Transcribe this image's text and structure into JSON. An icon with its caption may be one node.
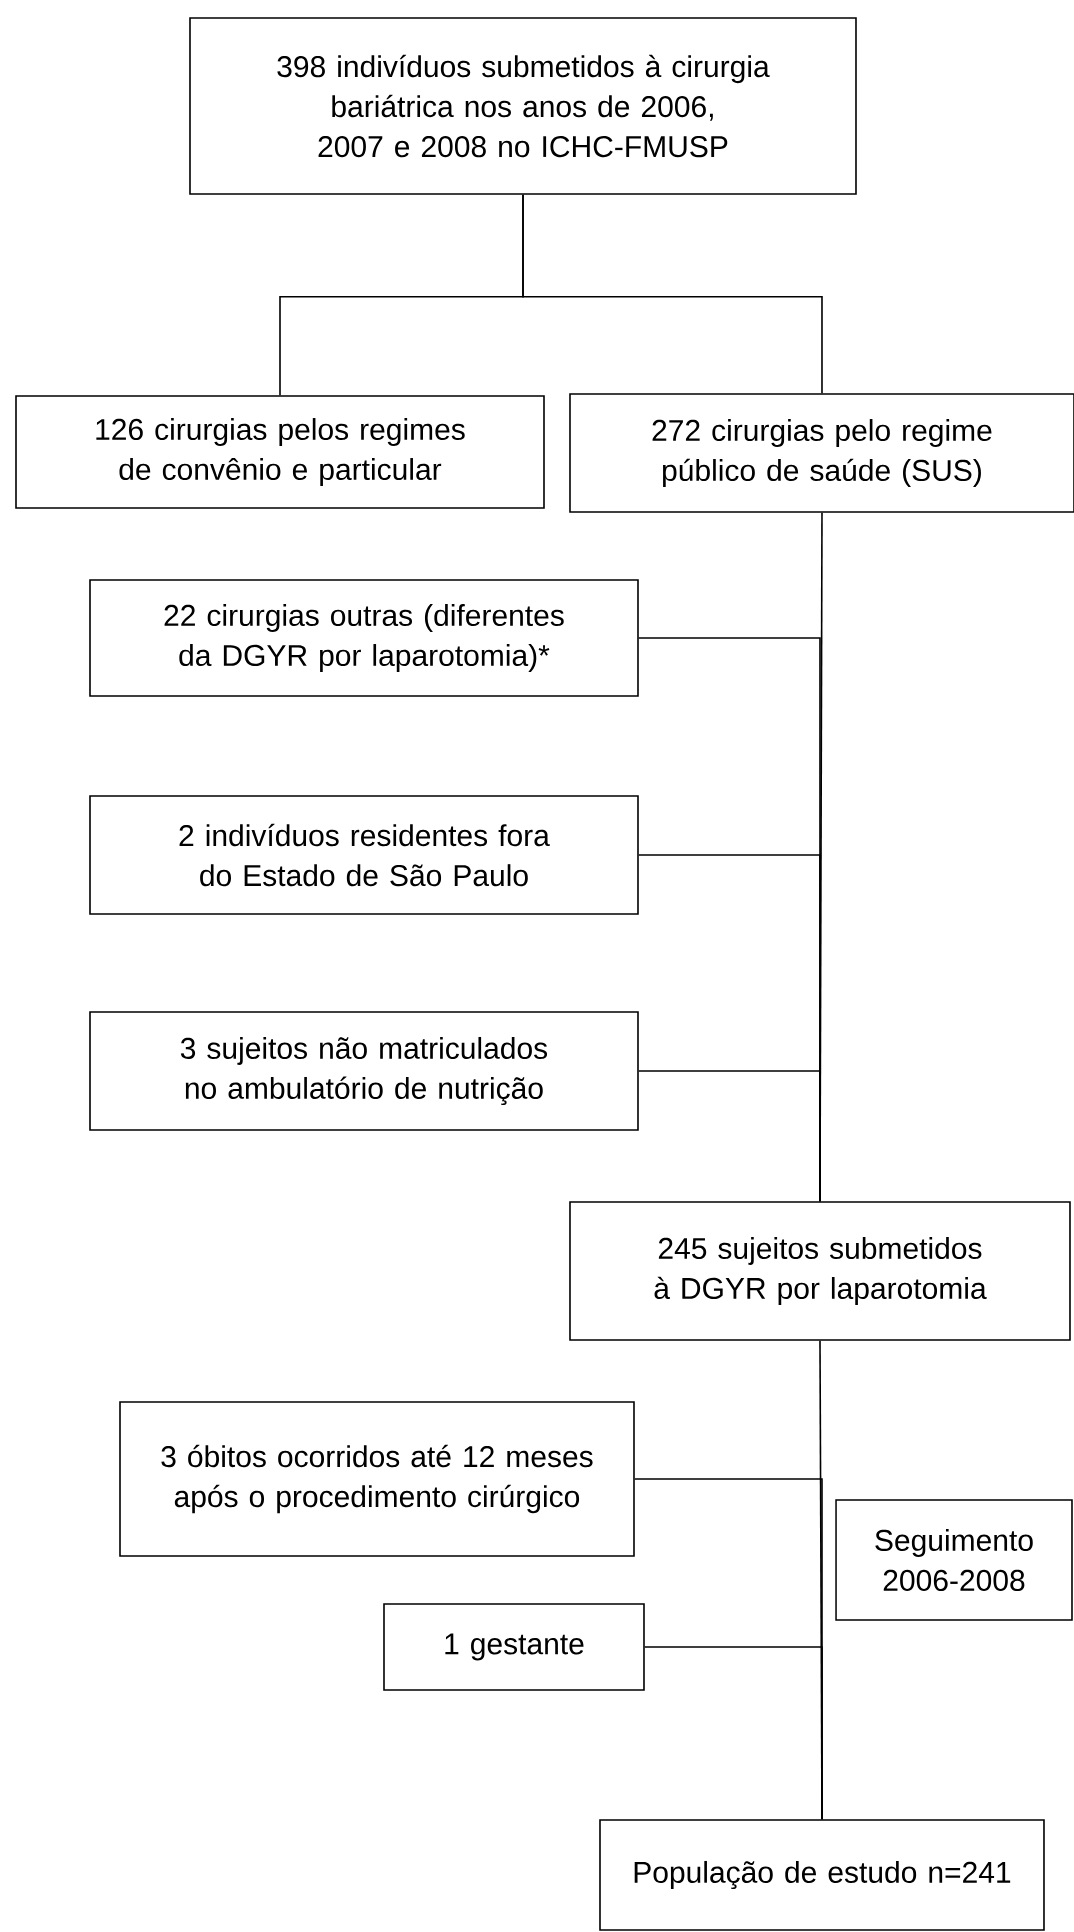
{
  "diagram": {
    "nodes": [
      {
        "text": [
          "398 indivíduos submetidos à cirurgia bariátrica nos anos de 2006, 2007 e 2008 no ICHC-FMUSP"
        ]
      },
      {
        "text": [
          "126 cirurgias pelos regimes de convênio e particular"
        ]
      },
      {
        "text": [
          "272 cirurgias pelo regime público de saúde (SUS)"
        ]
      },
      {
        "text": [
          "22 cirurgias outras (diferentes da DGYR por laparotomia)*"
        ]
      },
      {
        "text": [
          "2 indivíduos residentes fora do Estado de São Paulo"
        ]
      },
      {
        "text": [
          "3 sujeitos não matriculados no ambulatório de nutrição"
        ]
      },
      {
        "text": [
          "245 sujeitos submetidos à DGYR por laparotomia"
        ]
      },
      {
        "text": [
          "3 óbitos ocorridos até 12 meses após o procedimento cirúrgico"
        ]
      },
      {
        "text": [
          "Seguimento 2006-2008"
        ]
      },
      {
        "text": [
          "1 gestante"
        ]
      },
      {
        "text": [
          "População de estudo n=241"
        ]
      }
    ],
    "edges": [
      {
        "from": 0,
        "to": 1,
        "arrow": "none"
      },
      {
        "from": 0,
        "to": 2,
        "arrow": "none"
      },
      {
        "from": 2,
        "to": 6,
        "arrow": "none"
      },
      {
        "from": 3,
        "to": 6,
        "arrow": "none"
      },
      {
        "from": 4,
        "to": 6,
        "arrow": "none"
      },
      {
        "from": 5,
        "to": 6,
        "arrow": "none"
      },
      {
        "from": 6,
        "to": 10,
        "arrow": "none"
      },
      {
        "from": 7,
        "to": 10,
        "arrow": "none"
      },
      {
        "from": 9,
        "to": 10,
        "arrow": "none"
      }
    ]
  }
}
